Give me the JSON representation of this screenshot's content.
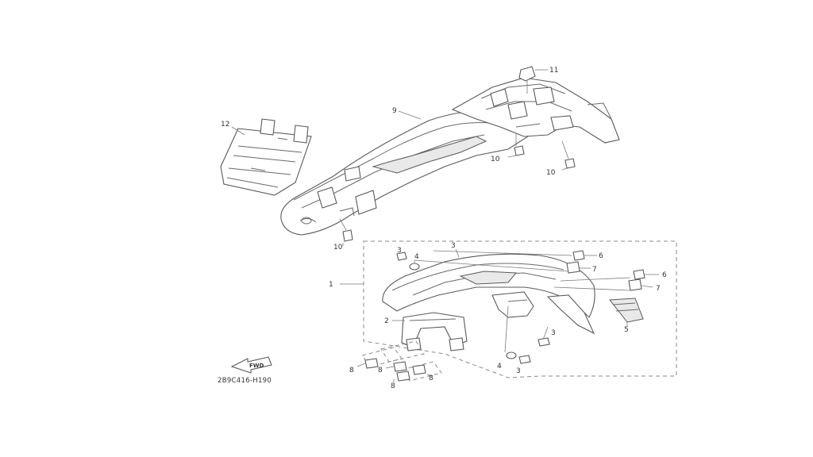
{
  "callouts": {
    "c1": "1",
    "c2": "2",
    "c3a": "3",
    "c3b": "3",
    "c3c": "3",
    "c3d": "3",
    "c4a": "4",
    "c4b": "4",
    "c5": "5",
    "c6a": "6",
    "c6b": "6",
    "c7a": "7",
    "c7b": "7",
    "c8a": "8",
    "c8b": "8",
    "c8c": "8",
    "c8d": "8",
    "c9": "9",
    "c10a": "10",
    "c10b": "10",
    "c10c": "10",
    "c11": "11",
    "c12": "12"
  },
  "fwd_label": "FWD",
  "diagram_code": "2B9C416-H190"
}
